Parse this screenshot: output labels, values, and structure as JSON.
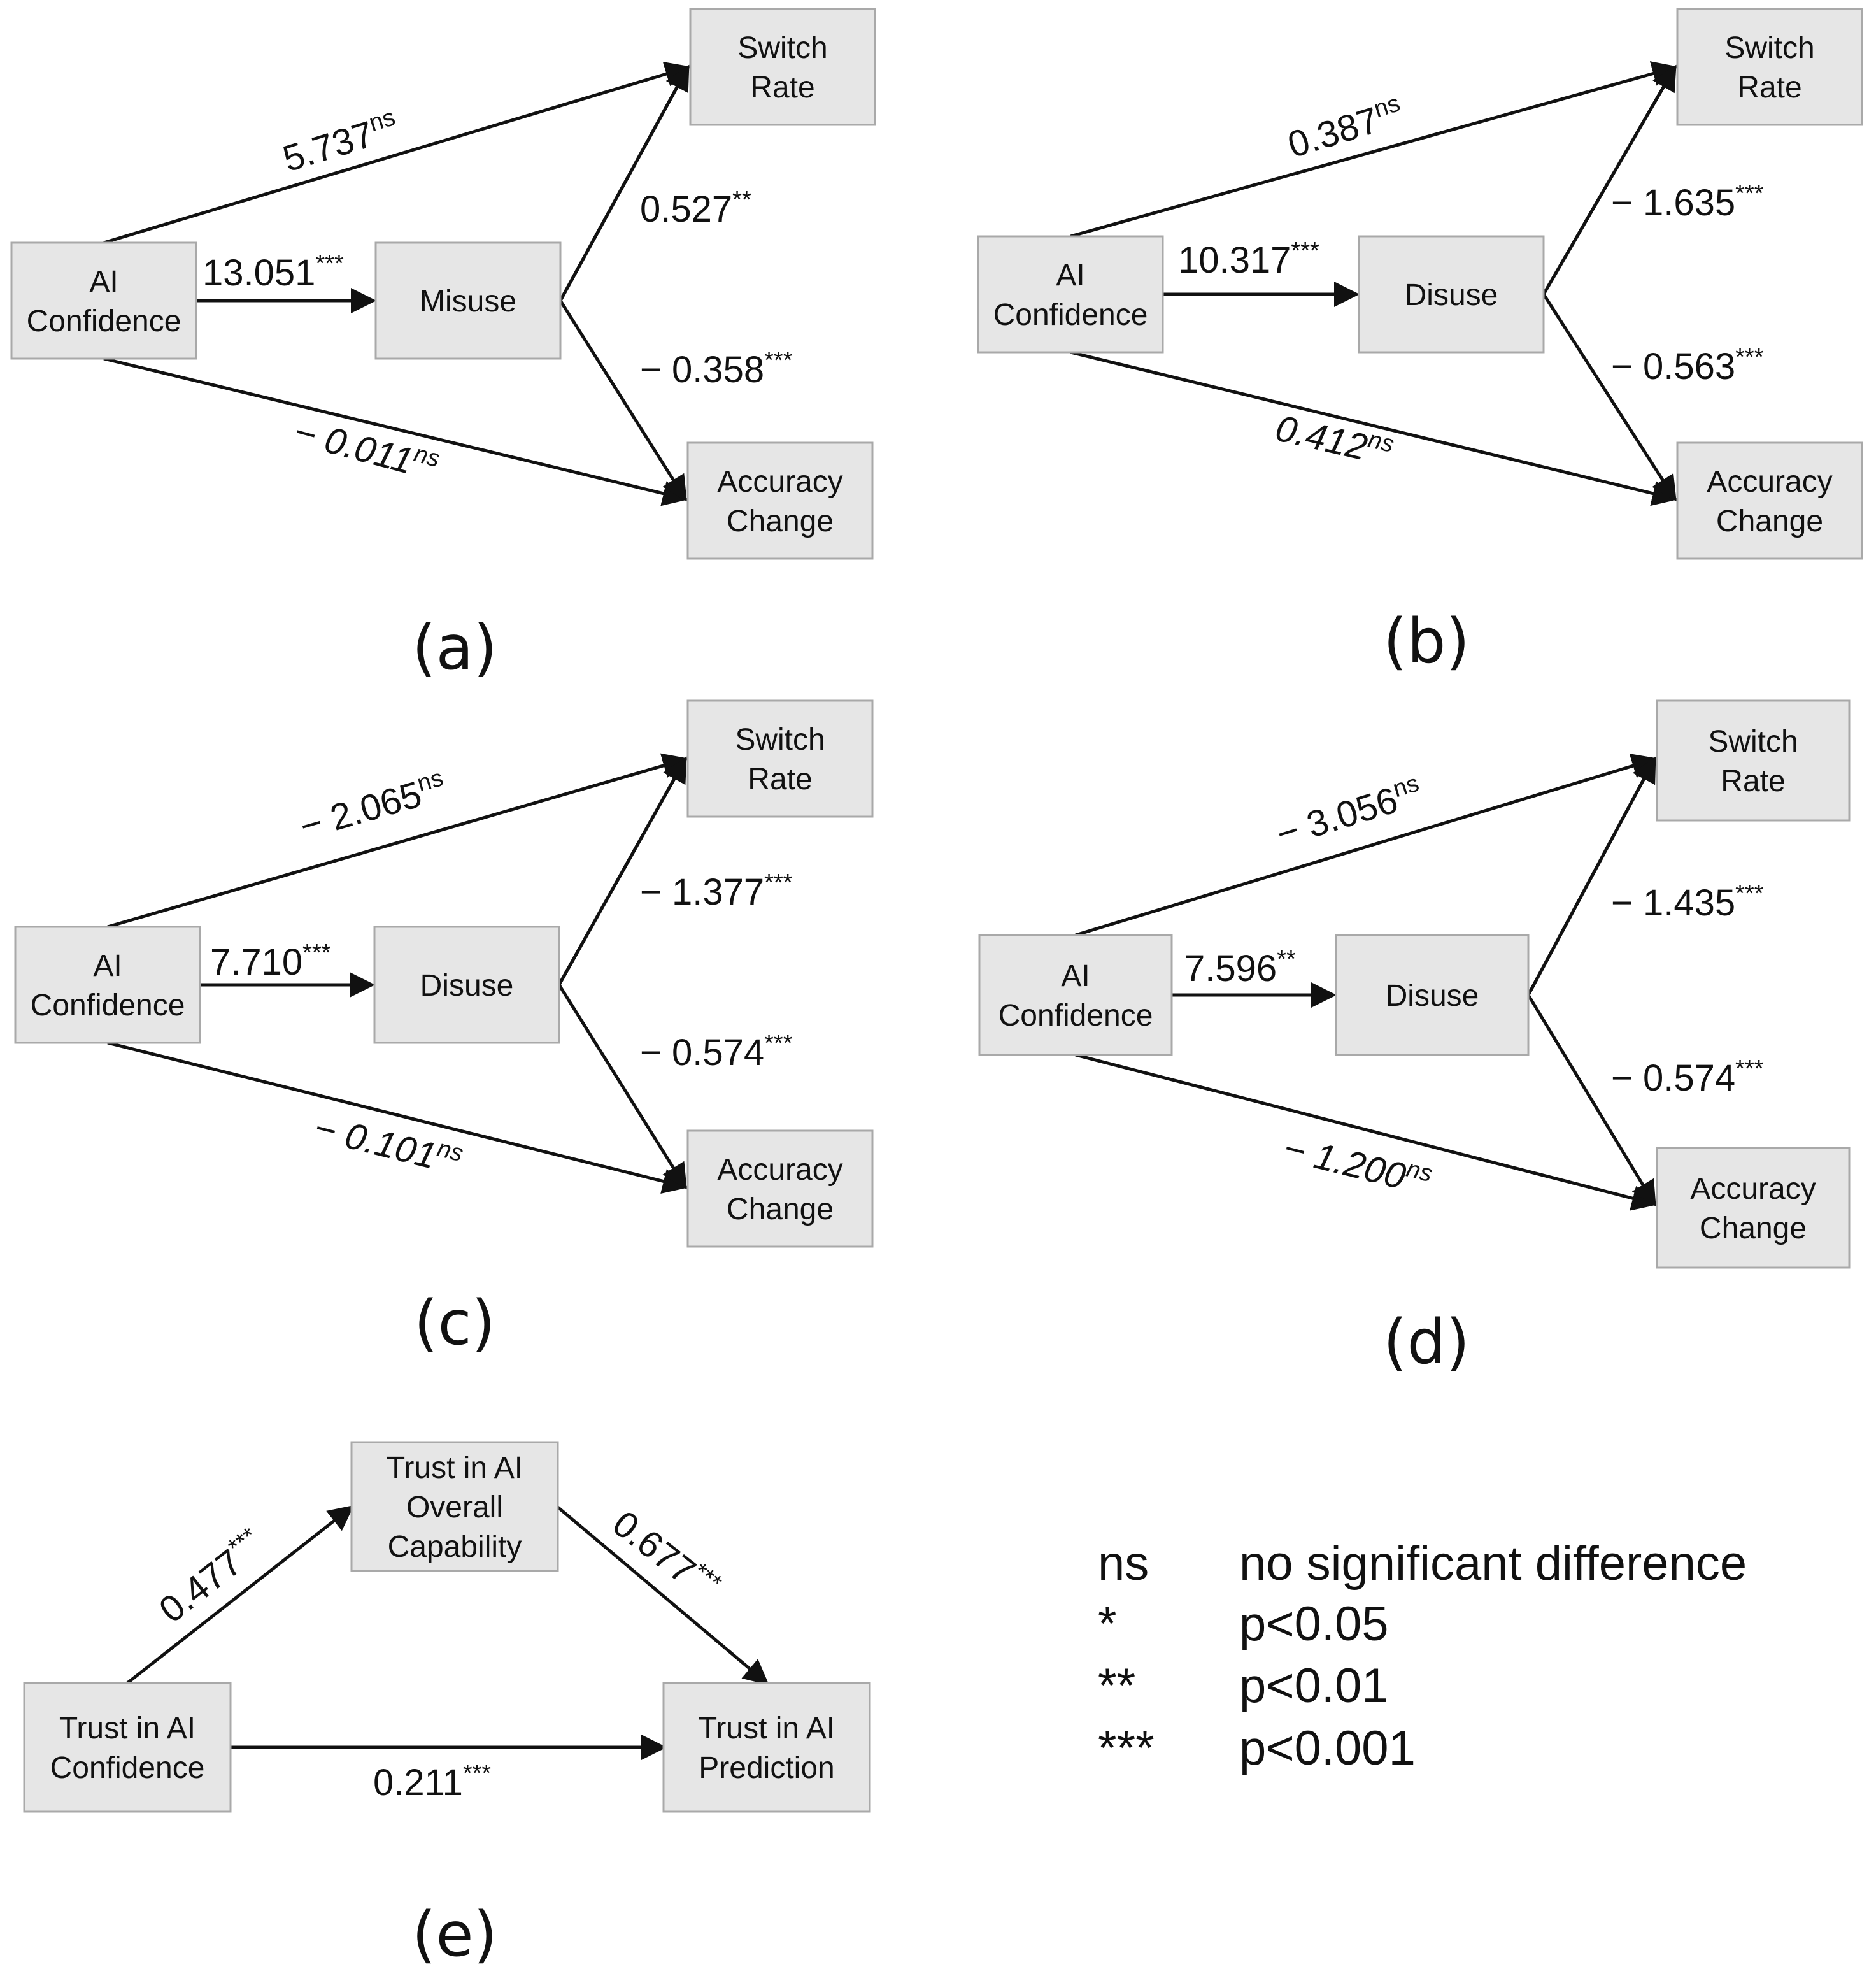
{
  "panels": [
    {
      "label": "(a)",
      "nodes": {
        "source": [
          "AI",
          "Confidence"
        ],
        "mediator": [
          "Misuse"
        ],
        "top": [
          "Switch",
          "Rate"
        ],
        "bottom": [
          "Accuracy",
          "Change"
        ]
      },
      "coefficients": {
        "source_mediator": {
          "value": "13.051",
          "sig": "***"
        },
        "source_top": {
          "value": "5.737",
          "sig": "ns"
        },
        "source_bottom": {
          "value": "− 0.011",
          "sig": "ns"
        },
        "mediator_top": {
          "value": "0.527",
          "sig": "**"
        },
        "mediator_bottom": {
          "value": "− 0.358",
          "sig": "***"
        }
      }
    },
    {
      "label": "(b)",
      "nodes": {
        "source": [
          "AI",
          "Confidence"
        ],
        "mediator": [
          "Disuse"
        ],
        "top": [
          "Switch",
          "Rate"
        ],
        "bottom": [
          "Accuracy",
          "Change"
        ]
      },
      "coefficients": {
        "source_mediator": {
          "value": "10.317",
          "sig": "***"
        },
        "source_top": {
          "value": "0.387",
          "sig": "ns"
        },
        "source_bottom": {
          "value": "0.412",
          "sig": "ns"
        },
        "mediator_top": {
          "value": "− 1.635",
          "sig": "***"
        },
        "mediator_bottom": {
          "value": "− 0.563",
          "sig": "***"
        }
      }
    },
    {
      "label": "(c)",
      "nodes": {
        "source": [
          "AI",
          "Confidence"
        ],
        "mediator": [
          "Disuse"
        ],
        "top": [
          "Switch",
          "Rate"
        ],
        "bottom": [
          "Accuracy",
          "Change"
        ]
      },
      "coefficients": {
        "source_mediator": {
          "value": "7.710",
          "sig": "***"
        },
        "source_top": {
          "value": "− 2.065",
          "sig": "ns"
        },
        "source_bottom": {
          "value": "− 0.101",
          "sig": "ns"
        },
        "mediator_top": {
          "value": "− 1.377",
          "sig": "***"
        },
        "mediator_bottom": {
          "value": "− 0.574",
          "sig": "***"
        }
      }
    },
    {
      "label": "(d)",
      "nodes": {
        "source": [
          "AI",
          "Confidence"
        ],
        "mediator": [
          "Disuse"
        ],
        "top": [
          "Switch",
          "Rate"
        ],
        "bottom": [
          "Accuracy",
          "Change"
        ]
      },
      "coefficients": {
        "source_mediator": {
          "value": "7.596",
          "sig": "**"
        },
        "source_top": {
          "value": "− 3.056",
          "sig": "ns"
        },
        "source_bottom": {
          "value": "− 1.200",
          "sig": "ns"
        },
        "mediator_top": {
          "value": "− 1.435",
          "sig": "***"
        },
        "mediator_bottom": {
          "value": "− 0.574",
          "sig": "***"
        }
      }
    }
  ],
  "panel_e": {
    "label": "(e)",
    "nodes": {
      "source": [
        "Trust in AI",
        "Confidence"
      ],
      "mediator": [
        "Trust in AI",
        "Overall",
        "Capability"
      ],
      "outcome": [
        "Trust in AI",
        "Prediction"
      ]
    },
    "coefficients": {
      "source_mediator": {
        "value": "0.477",
        "sig": "***"
      },
      "mediator_outcome": {
        "value": "0.677",
        "sig": "***"
      },
      "source_outcome": {
        "value": "0.211",
        "sig": "***"
      }
    }
  },
  "legend": [
    {
      "symbol": "ns",
      "meaning": "no significant difference"
    },
    {
      "symbol": "*",
      "meaning": "p<0.05"
    },
    {
      "symbol": "**",
      "meaning": "p<0.01"
    },
    {
      "symbol": "***",
      "meaning": "p<0.001"
    }
  ]
}
